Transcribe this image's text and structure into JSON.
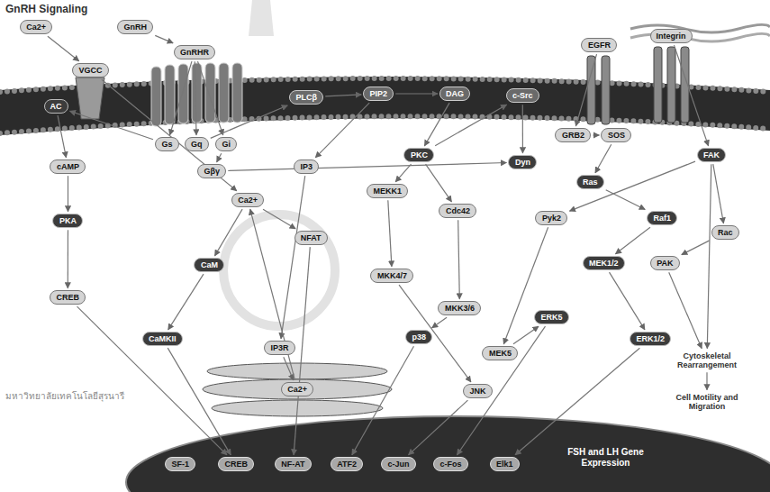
{
  "diagram": {
    "title": "GnRH Signaling",
    "nodes": [
      {
        "text": [
          "Ca2+"
        ]
      },
      {
        "text": [
          "VGCC"
        ]
      },
      {
        "text": [
          "GnRH"
        ]
      },
      {
        "text": [
          "GnRHR"
        ]
      },
      {
        "text": [
          "AC"
        ]
      },
      {
        "text": [
          "Gs"
        ]
      },
      {
        "text": [
          "Gq"
        ]
      },
      {
        "text": [
          "Gi"
        ]
      },
      {
        "text": [
          "PLCβ"
        ]
      },
      {
        "text": [
          "PIP2"
        ]
      },
      {
        "text": [
          "DAG"
        ]
      },
      {
        "text": [
          "c-Src"
        ]
      },
      {
        "text": [
          "EGFR"
        ]
      },
      {
        "text": [
          "Integrin"
        ]
      },
      {
        "text": [
          "GRB2"
        ]
      },
      {
        "text": [
          "SOS"
        ]
      },
      {
        "text": [
          "FAK"
        ]
      },
      {
        "text": [
          "cAMP"
        ]
      },
      {
        "text": [
          "Gβγ"
        ]
      },
      {
        "text": [
          "IP3"
        ]
      },
      {
        "text": [
          "PKC"
        ]
      },
      {
        "text": [
          "Ca2+"
        ]
      },
      {
        "text": [
          "MEKK1"
        ]
      },
      {
        "text": [
          "Cdc42"
        ]
      },
      {
        "text": [
          "Dyn"
        ]
      },
      {
        "text": [
          "Ras"
        ]
      },
      {
        "text": [
          "Pyk2"
        ]
      },
      {
        "text": [
          "Raf1"
        ]
      },
      {
        "text": [
          "Rac"
        ]
      },
      {
        "text": [
          "PKA"
        ]
      },
      {
        "text": [
          "NFAT"
        ]
      },
      {
        "text": [
          "CaM"
        ]
      },
      {
        "text": [
          "MKK4/7"
        ]
      },
      {
        "text": [
          "MKK3/6"
        ]
      },
      {
        "text": [
          "MEK1/2"
        ]
      },
      {
        "text": [
          "PAK"
        ]
      },
      {
        "text": [
          "CREB"
        ]
      },
      {
        "text": [
          "CaMKII"
        ]
      },
      {
        "text": [
          "IP3R"
        ]
      },
      {
        "text": [
          "p38"
        ]
      },
      {
        "text": [
          "MEK5"
        ]
      },
      {
        "text": [
          "ERK5"
        ]
      },
      {
        "text": [
          "JNK"
        ]
      },
      {
        "text": [
          "ERK1/2"
        ]
      },
      {
        "text": [
          "Ca2+"
        ]
      },
      {
        "text": [
          "Cytoskeletal Rearrangement"
        ]
      },
      {
        "text": [
          "Cell Motility and Migration"
        ]
      },
      {
        "text": [
          "FSH and LH Gene Expression"
        ]
      },
      {
        "text": [
          "SF-1"
        ],
        "in": 47
      },
      {
        "text": [
          "CREB"
        ],
        "in": 47
      },
      {
        "text": [
          "NF-AT"
        ],
        "in": 47
      },
      {
        "text": [
          "ATF2"
        ],
        "in": 47
      },
      {
        "text": [
          "c-Jun"
        ],
        "in": 47
      },
      {
        "text": [
          "c-Fos"
        ],
        "in": 47
      },
      {
        "text": [
          "Elk1"
        ],
        "in": 47
      }
    ],
    "edges": [
      {
        "from": 0,
        "to": 1,
        "arrow": "to"
      },
      {
        "from": 2,
        "to": 3,
        "arrow": "to"
      },
      {
        "from": 3,
        "to": 5,
        "arrow": "to"
      },
      {
        "from": 3,
        "to": 6,
        "arrow": "to"
      },
      {
        "from": 3,
        "to": 7,
        "arrow": "to"
      },
      {
        "from": 5,
        "to": 4,
        "arrow": "to"
      },
      {
        "from": 4,
        "to": 17,
        "arrow": "to"
      },
      {
        "from": 17,
        "to": 29,
        "arrow": "to"
      },
      {
        "from": 29,
        "to": 36,
        "arrow": "to"
      },
      {
        "from": 36,
        "to": 49,
        "arrow": "to"
      },
      {
        "from": 6,
        "to": 8,
        "arrow": "to"
      },
      {
        "from": 8,
        "to": 9,
        "arrow": "to"
      },
      {
        "from": 9,
        "to": 10,
        "arrow": "to"
      },
      {
        "from": 9,
        "to": 19,
        "arrow": "to"
      },
      {
        "from": 10,
        "to": 20,
        "arrow": "to"
      },
      {
        "from": 19,
        "to": 38,
        "arrow": "to"
      },
      {
        "from": 38,
        "to": 44,
        "arrow": "to"
      },
      {
        "from": 44,
        "to": 21,
        "arrow": "to"
      },
      {
        "from": 1,
        "to": 21,
        "arrow": "to"
      },
      {
        "from": 21,
        "to": 31,
        "arrow": "to"
      },
      {
        "from": 31,
        "to": 37,
        "arrow": "to"
      },
      {
        "from": 37,
        "to": 49,
        "arrow": "to"
      },
      {
        "from": 21,
        "to": 30,
        "arrow": "to"
      },
      {
        "from": 30,
        "to": 50,
        "arrow": "to"
      },
      {
        "from": 20,
        "to": 22,
        "arrow": "to"
      },
      {
        "from": 20,
        "to": 23,
        "arrow": "to"
      },
      {
        "from": 20,
        "to": 11,
        "arrow": "to"
      },
      {
        "from": 11,
        "to": 24,
        "arrow": "to"
      },
      {
        "from": 22,
        "to": 32,
        "arrow": "to"
      },
      {
        "from": 23,
        "to": 33,
        "arrow": "to"
      },
      {
        "from": 32,
        "to": 42,
        "arrow": "to"
      },
      {
        "from": 33,
        "to": 39,
        "arrow": "to"
      },
      {
        "from": 39,
        "to": 51,
        "arrow": "to"
      },
      {
        "from": 42,
        "to": 52,
        "arrow": "to"
      },
      {
        "from": 26,
        "to": 40,
        "arrow": "to"
      },
      {
        "from": 40,
        "to": 41,
        "arrow": "to"
      },
      {
        "from": 41,
        "to": 53,
        "arrow": "to"
      },
      {
        "from": 12,
        "to": 14,
        "arrow": "to"
      },
      {
        "from": 14,
        "to": 15,
        "arrow": "to"
      },
      {
        "from": 15,
        "to": 25,
        "arrow": "to"
      },
      {
        "from": 25,
        "to": 27,
        "arrow": "to"
      },
      {
        "from": 27,
        "to": 34,
        "arrow": "to"
      },
      {
        "from": 34,
        "to": 43,
        "arrow": "to"
      },
      {
        "from": 43,
        "to": 54,
        "arrow": "to"
      },
      {
        "from": 13,
        "to": 16,
        "arrow": "to"
      },
      {
        "from": 16,
        "to": 26,
        "arrow": "to"
      },
      {
        "from": 16,
        "to": 28,
        "arrow": "to"
      },
      {
        "from": 28,
        "to": 35,
        "arrow": "to"
      },
      {
        "from": 16,
        "to": 45,
        "arrow": "to"
      },
      {
        "from": 35,
        "to": 45,
        "arrow": "to"
      },
      {
        "from": 45,
        "to": 46,
        "arrow": "to"
      },
      {
        "from": 7,
        "to": 18,
        "arrow": "to"
      },
      {
        "from": 18,
        "to": 24,
        "arrow": "to"
      }
    ],
    "labels": [
      "มหาวิทยาลัยเทคโนโลยีสุรนารี"
    ]
  }
}
